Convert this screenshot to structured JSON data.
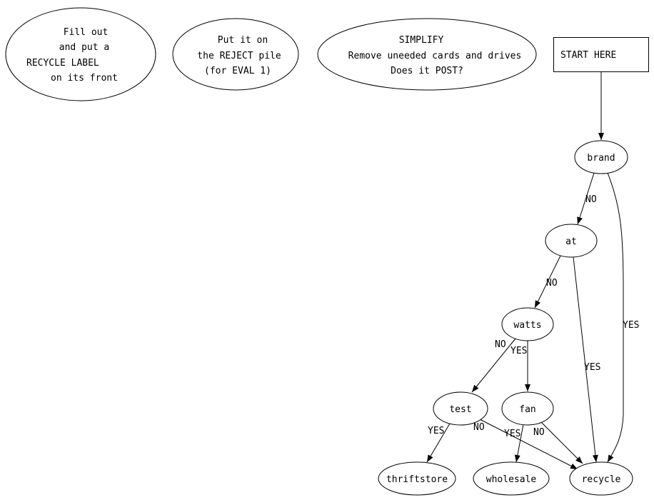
{
  "notes": {
    "fill_out": [
      "Fill out",
      "and put a",
      "RECYCLE LABEL",
      "on its front"
    ],
    "reject": [
      "Put it on",
      "the REJECT pile",
      "(for EVAL 1)"
    ],
    "simplify": [
      "SIMPLIFY",
      "Remove uneeded cards and drives",
      "Does it POST?"
    ]
  },
  "start": "START HERE",
  "nodes": {
    "brand": "brand",
    "at": "at",
    "watts": "watts",
    "test": "test",
    "fan": "fan",
    "thriftstore": "thriftstore",
    "wholesale": "wholesale",
    "recycle": "recycle"
  },
  "edges": [
    {
      "from": "start",
      "to": "brand",
      "label": ""
    },
    {
      "from": "brand",
      "to": "at",
      "label": "NO"
    },
    {
      "from": "brand",
      "to": "recycle",
      "label": "YES"
    },
    {
      "from": "at",
      "to": "watts",
      "label": "NO"
    },
    {
      "from": "at",
      "to": "recycle",
      "label": "YES"
    },
    {
      "from": "watts",
      "to": "test",
      "label": "NO"
    },
    {
      "from": "watts",
      "to": "fan",
      "label": "YES"
    },
    {
      "from": "test",
      "to": "thriftstore",
      "label": "YES"
    },
    {
      "from": "test",
      "to": "recycle",
      "label": "NO"
    },
    {
      "from": "fan",
      "to": "wholesale",
      "label": "YES"
    },
    {
      "from": "fan",
      "to": "recycle",
      "label": "NO"
    }
  ]
}
